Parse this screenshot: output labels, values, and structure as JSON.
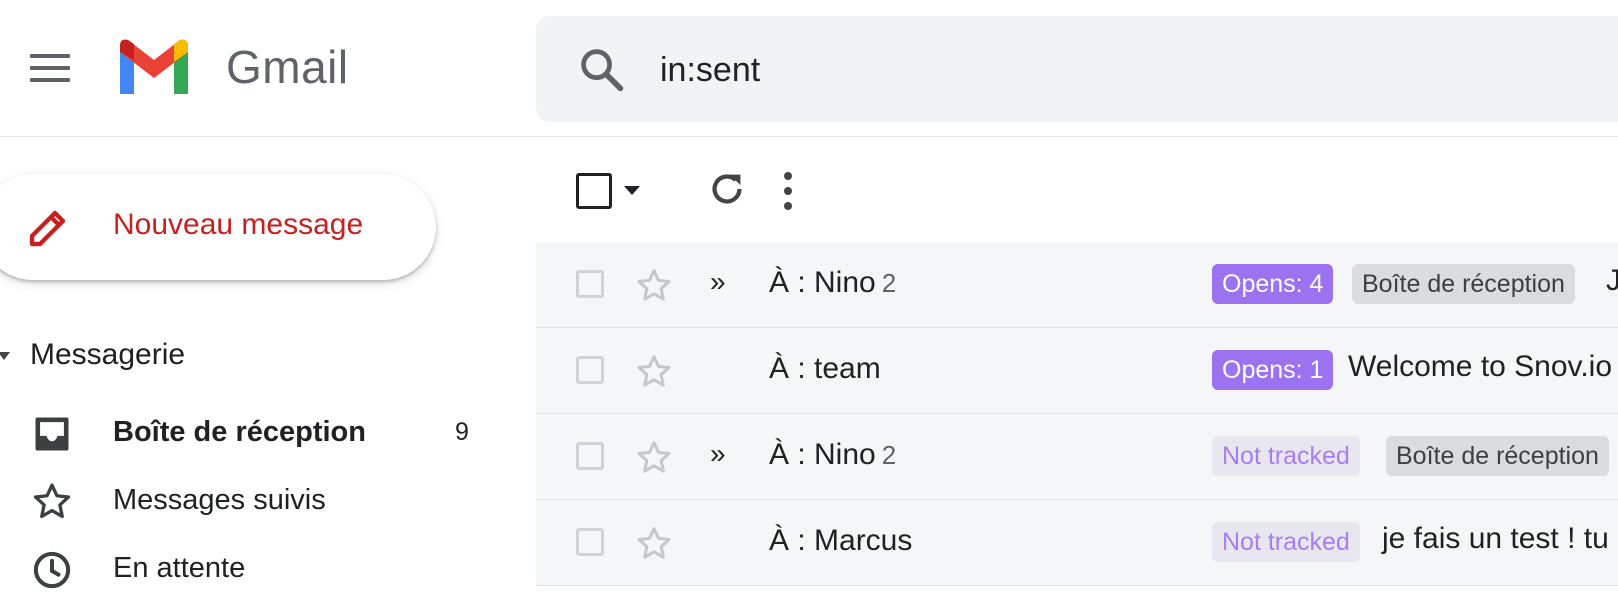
{
  "header": {
    "app_name": "Gmail",
    "search_query": "in:sent",
    "icons": [
      "menu-icon",
      "gmail-logo",
      "search-icon"
    ]
  },
  "compose": {
    "label": "Nouveau message",
    "icon": "pencil-icon"
  },
  "sidebar": {
    "section_label": "Messagerie",
    "items": [
      {
        "label": "Boîte de réception",
        "count": "9",
        "icon": "inbox-icon",
        "bold": true
      },
      {
        "label": "Messages suivis",
        "count": "",
        "icon": "star-icon",
        "bold": false
      },
      {
        "label": "En attente",
        "count": "",
        "icon": "clock-icon",
        "bold": false
      }
    ]
  },
  "toolbar": {
    "icons": [
      "select-all-checkbox",
      "select-dropdown-icon",
      "refresh-icon",
      "more-vert-icon"
    ]
  },
  "messages": [
    {
      "recipient": "À : Nino",
      "thread_count": "2",
      "important": "»",
      "tracking": "Opens: 4",
      "tracking_type": "opens",
      "label": "Boîte de réception",
      "subject": "J"
    },
    {
      "recipient": "À : team",
      "thread_count": "",
      "important": "",
      "tracking": "Opens: 1",
      "tracking_type": "opens",
      "label": "",
      "subject": "Welcome to Snov.io"
    },
    {
      "recipient": "À : Nino",
      "thread_count": "2",
      "important": "»",
      "tracking": "Not tracked",
      "tracking_type": "not-tracked",
      "label": "Boîte de réception",
      "subject": ""
    },
    {
      "recipient": "À : Marcus",
      "thread_count": "",
      "important": "",
      "tracking": "Not tracked",
      "tracking_type": "not-tracked",
      "label": "",
      "subject": "je fais un test ! tu"
    }
  ],
  "colors": {
    "compose_text": "#c5221f",
    "opens_chip": "#9b72f0",
    "not_tracked_text": "#a77ef5",
    "search_bg": "#f1f3f4"
  }
}
